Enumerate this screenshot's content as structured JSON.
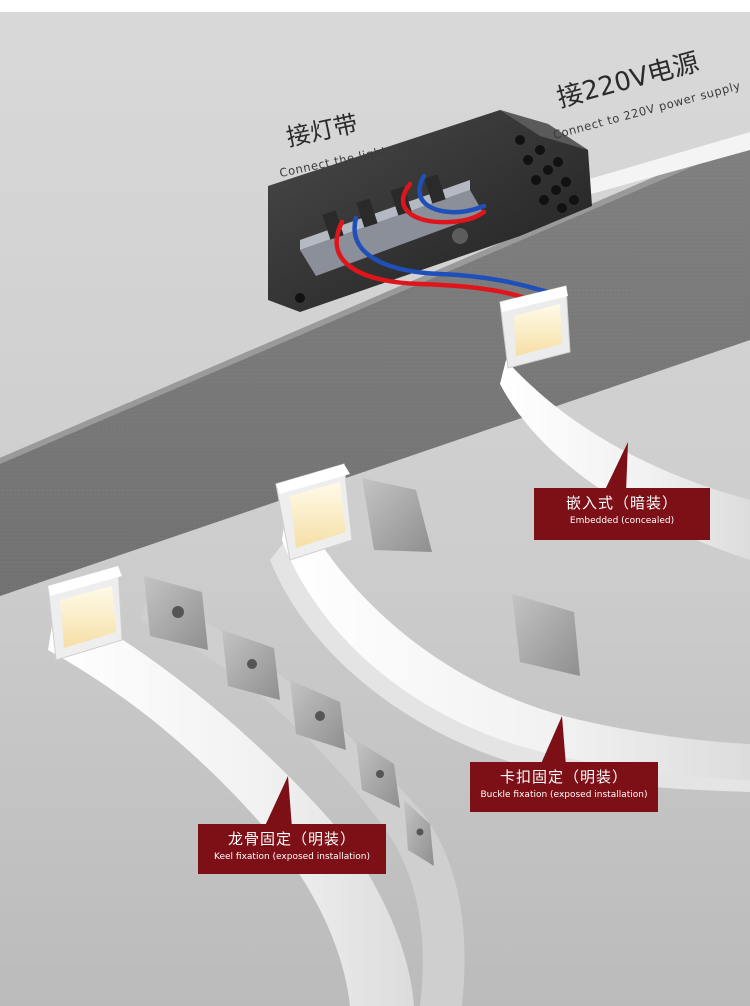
{
  "labels": {
    "light_strip": {
      "cn": "接灯带",
      "en": "Connect the light strip"
    },
    "power": {
      "cn": "接220V电源",
      "en": "Connect to 220V power supply"
    }
  },
  "tags": {
    "embedded": {
      "cn": "嵌入式（暗装）",
      "en": "Embedded (concealed)"
    },
    "buckle": {
      "cn": "卡扣固定（明装）",
      "en": "Buckle fixation (exposed installation)"
    },
    "keel": {
      "cn": "龙骨固定（明装）",
      "en": "Keel fixation (exposed installation)"
    }
  },
  "colors": {
    "background_top": "#d6d6d6",
    "background_bottom": "#bdbdbd",
    "ceiling_band": "#7a7a7a",
    "strip_body": "#f2f2f2",
    "light_glow": "#fff3d4",
    "wire_red": "#e0151b",
    "wire_blue": "#1f4fb8",
    "tag_red": "#7d0f16"
  }
}
